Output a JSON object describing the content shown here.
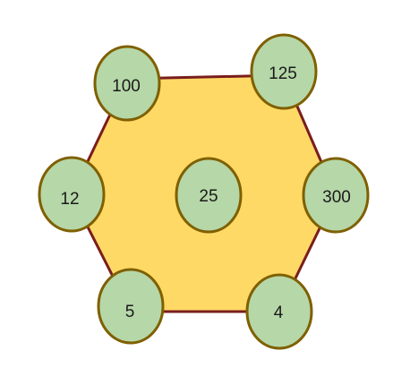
{
  "diagram": {
    "hexagon": {
      "fill": "#ffd966",
      "stroke": "#7a1d1d"
    },
    "node_style": {
      "fill": "#b6d7a8",
      "stroke": "#7f6000"
    },
    "center": {
      "label": "25"
    },
    "vertices": [
      {
        "id": "top-left",
        "label": "100"
      },
      {
        "id": "top-right",
        "label": "125"
      },
      {
        "id": "right",
        "label": "300"
      },
      {
        "id": "bottom-right",
        "label": "4"
      },
      {
        "id": "bottom-left",
        "label": "5"
      },
      {
        "id": "left",
        "label": "12"
      }
    ]
  }
}
